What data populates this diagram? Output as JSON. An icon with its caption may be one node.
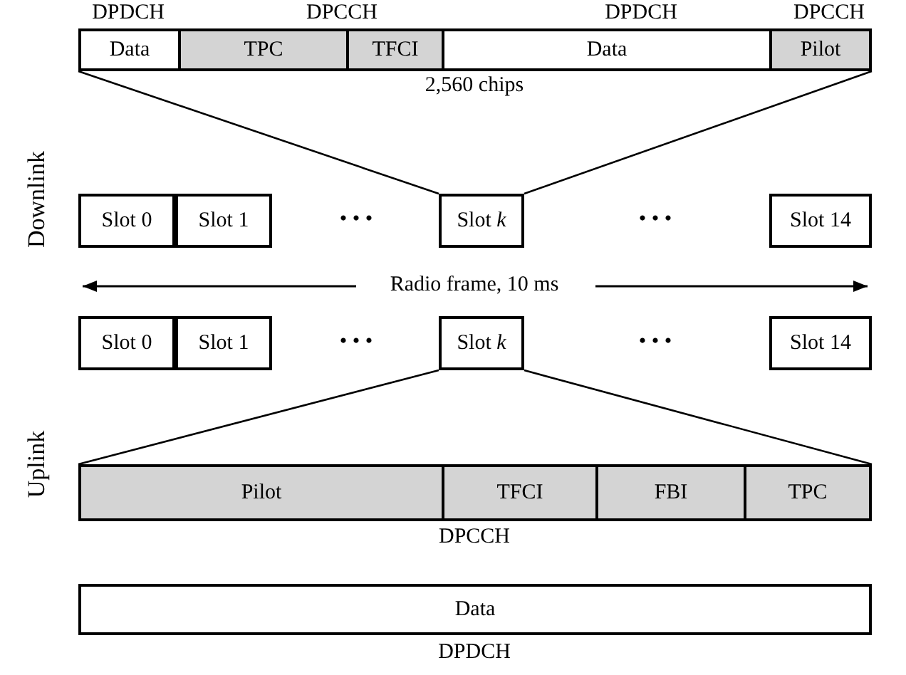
{
  "diagram": {
    "nodes": [
      {
        "text": [],
        "shape": "bar"
      },
      {
        "text": [
          "Data"
        ],
        "in": 0
      },
      {
        "text": [
          "TPC"
        ],
        "in": 0
      },
      {
        "text": [
          "TFCI"
        ],
        "in": 0
      },
      {
        "text": [
          "Data"
        ],
        "in": 0
      },
      {
        "text": [
          "Pilot"
        ],
        "in": 0
      },
      {
        "text": [
          "Slot 0"
        ]
      },
      {
        "text": [
          "Slot 1"
        ]
      },
      {
        "text": [
          "Slot *k*"
        ]
      },
      {
        "text": [
          "Slot 14"
        ]
      },
      {
        "text": [
          "Slot 0"
        ]
      },
      {
        "text": [
          "Slot 1"
        ]
      },
      {
        "text": [
          "Slot *k*"
        ]
      },
      {
        "text": [
          "Slot 14"
        ]
      },
      {
        "text": [],
        "shape": "bar"
      },
      {
        "text": [
          "Pilot"
        ],
        "in": 14
      },
      {
        "text": [
          "TFCI"
        ],
        "in": 14
      },
      {
        "text": [
          "FBI"
        ],
        "in": 14
      },
      {
        "text": [
          "TPC"
        ],
        "in": 14
      },
      {
        "text": [
          "Data"
        ]
      }
    ],
    "edges": [
      {
        "from": 8,
        "to": 0,
        "arrow": "none"
      },
      {
        "from": 8,
        "to": 0,
        "arrow": "none"
      },
      {
        "from": 12,
        "to": 14,
        "arrow": "none"
      },
      {
        "from": 12,
        "to": 14,
        "arrow": "none"
      }
    ],
    "labels": [
      "DPDCH",
      "DPCCH",
      "DPDCH",
      "DPCCH",
      "2,560 chips",
      "Downlink",
      "• • •",
      "• • •",
      "Radio frame, 10 ms",
      "• • •",
      "• • •",
      "Uplink",
      "DPCCH",
      "DPDCH"
    ]
  }
}
